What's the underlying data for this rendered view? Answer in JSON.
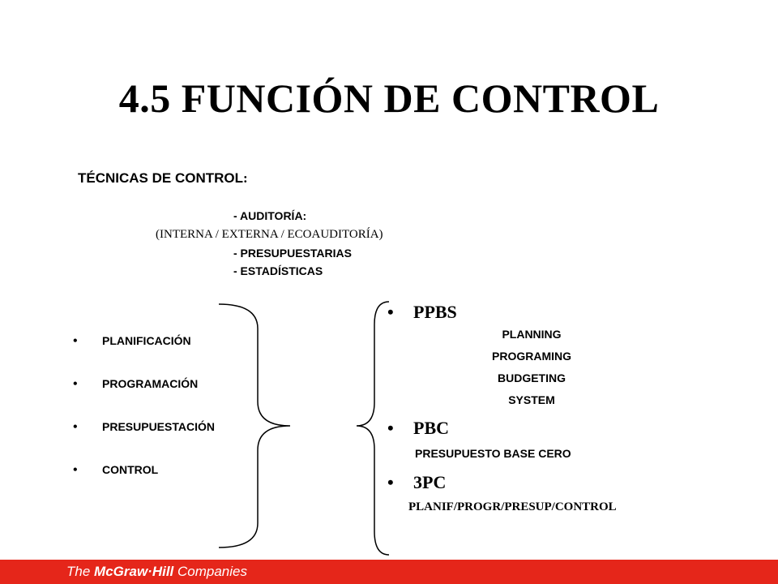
{
  "slide": {
    "title": "4.5 FUNCIÓN DE CONTROL",
    "techniques": {
      "heading": "TÉCNICAS DE CONTROL",
      "heading_colon": ":",
      "items": [
        "- AUDITORÍA:",
        "(INTERNA / EXTERNA / ECOAUDITORÍA)",
        "- PRESUPUESTARIAS",
        "- ESTADÍSTICAS"
      ]
    },
    "left_list": {
      "bullet": "•",
      "items": [
        "PLANIFICACIÓN",
        "PROGRAMACIÓN",
        "PRESUPUESTACIÓN",
        "CONTROL"
      ]
    },
    "right_list": {
      "bullet": "•",
      "ppbs": {
        "label": "PPBS",
        "lines": [
          "PLANNING",
          "PROGRAMING",
          "BUDGETING",
          "SYSTEM"
        ]
      },
      "pbc": {
        "label": "PBC",
        "line": "PRESUPUESTO BASE CERO"
      },
      "pc3": {
        "label": "3PC",
        "line": "PLANIF/PROGR/PRESUP/CONTROL"
      }
    }
  },
  "footer": {
    "logo_prefix": "The ",
    "logo_brand": "McGraw·Hill",
    "logo_suffix": " Companies",
    "bar_color": "#e5261a"
  }
}
